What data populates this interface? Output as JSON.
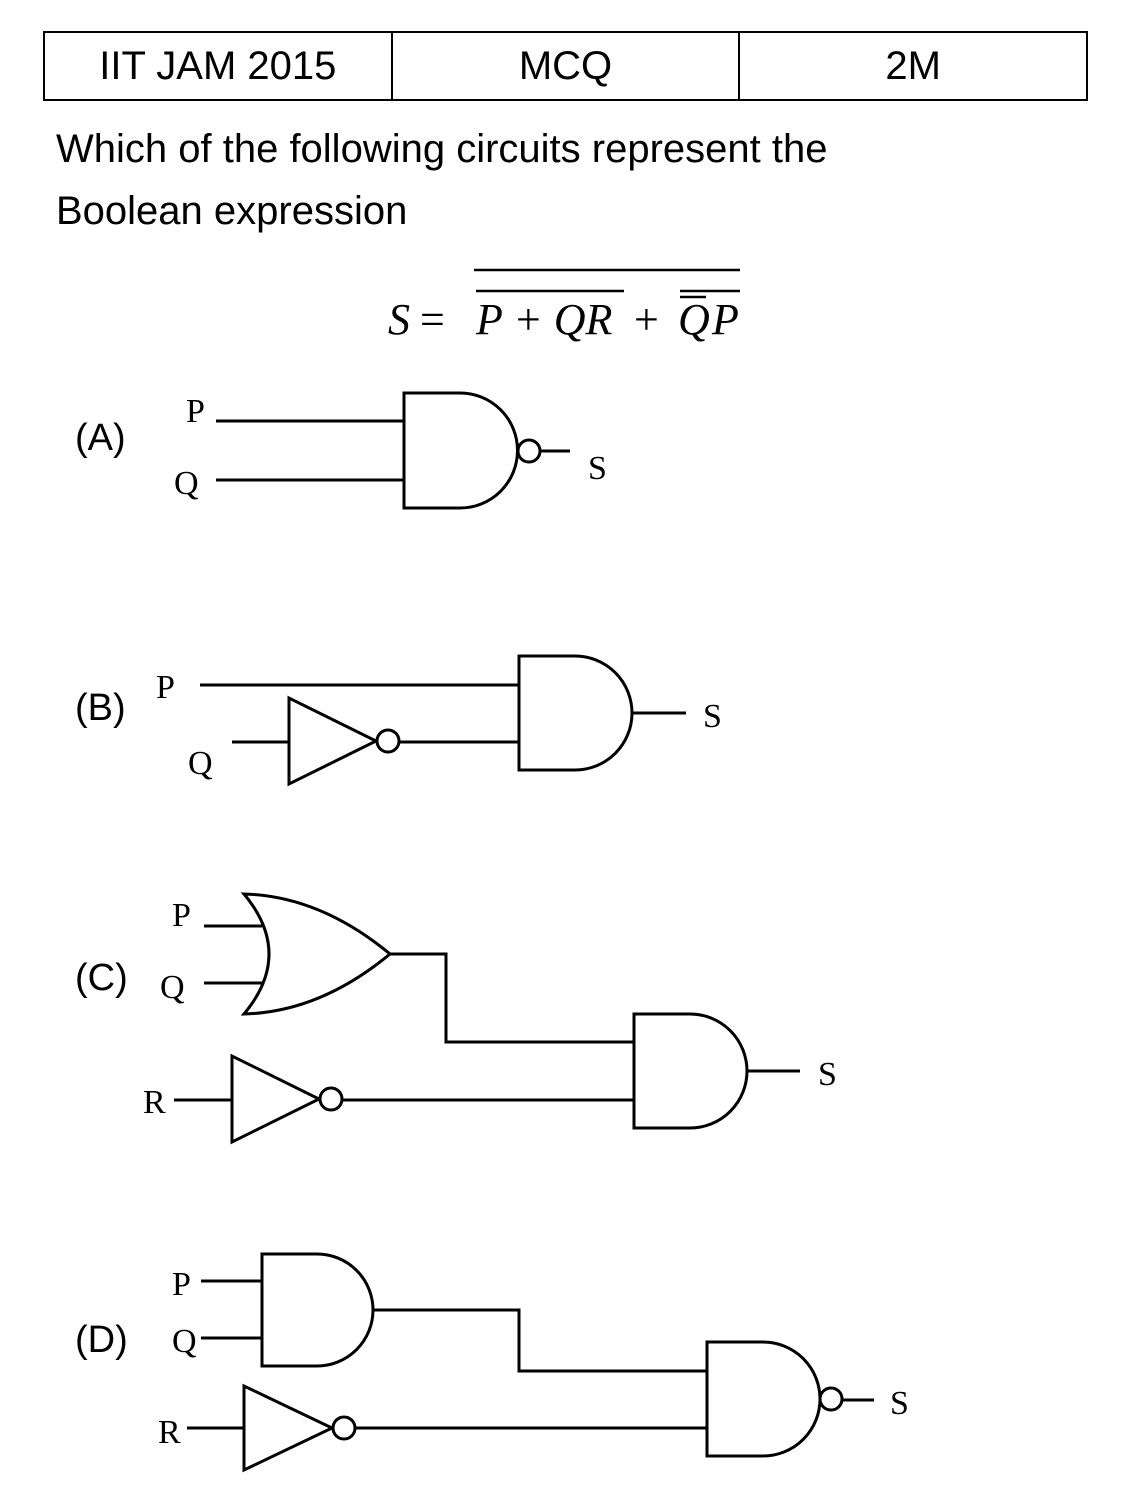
{
  "header": {
    "exam": "IIT JAM 2015",
    "type": "MCQ",
    "marks": "2M"
  },
  "question": {
    "line1": "Which of the following circuits represent the",
    "line2": "Boolean expression"
  },
  "equation": {
    "lhs": "S",
    "equals": "=",
    "term1": "P + QR",
    "plus": "+",
    "term2_q": "Q",
    "term2_p": "P"
  },
  "options": {
    "a": {
      "label": "(A)",
      "inputs": [
        "P",
        "Q"
      ],
      "output": "S"
    },
    "b": {
      "label": "(B)",
      "inputs": [
        "P",
        "Q"
      ],
      "output": "S"
    },
    "c": {
      "label": "(C)",
      "inputs": [
        "P",
        "Q",
        "R"
      ],
      "output": "S"
    },
    "d": {
      "label": "(D)",
      "inputs": [
        "P",
        "Q",
        "R"
      ],
      "output": "S"
    }
  }
}
